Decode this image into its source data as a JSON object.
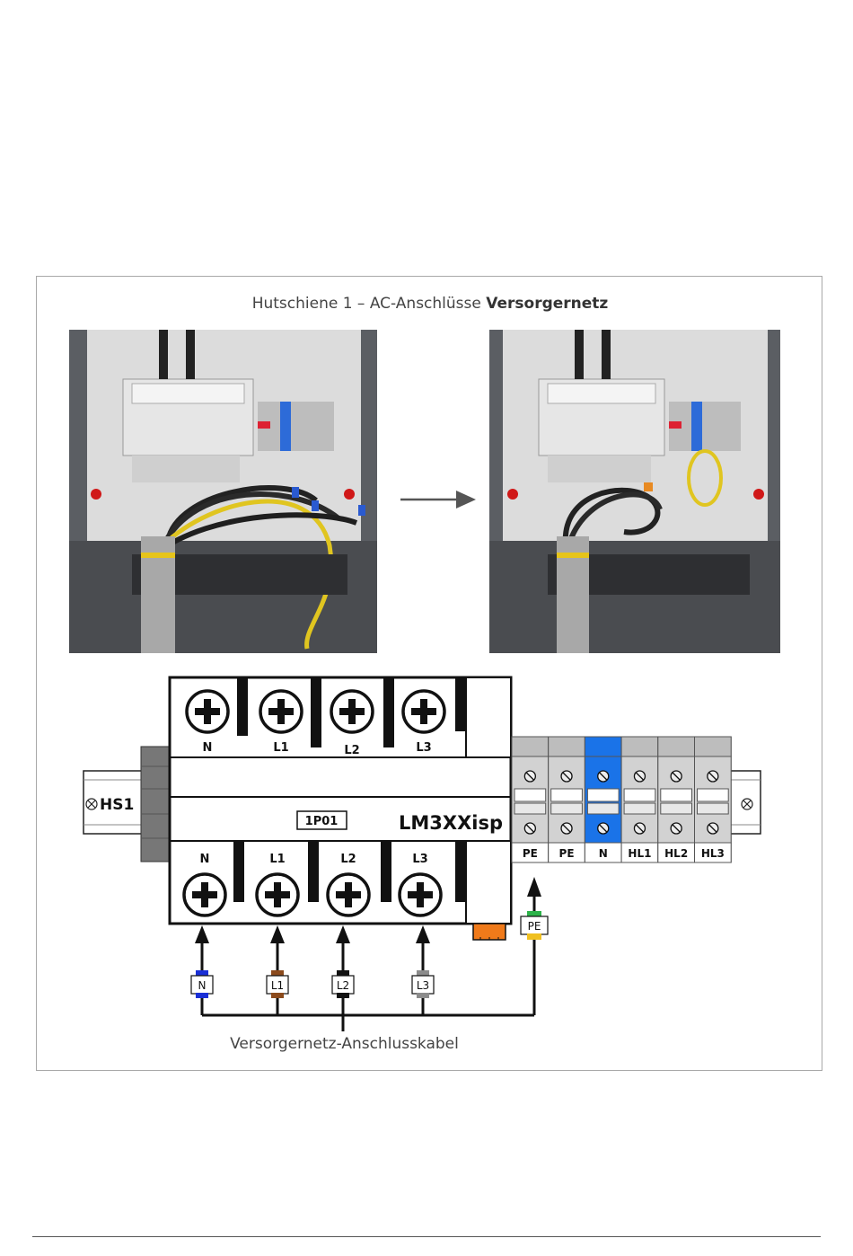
{
  "figure": {
    "title_prefix": "Hutschiene 1 – AC-Anschlüsse ",
    "title_bold": "Versorgernetz"
  },
  "photos": {
    "before_label": "photo-before",
    "after_label": "photo-after"
  },
  "device": {
    "name": "LM3XXisp",
    "code": "1P01",
    "top_terminals": [
      "N",
      "L1",
      "L2",
      "L3"
    ],
    "bottom_terminals": [
      "N",
      "L1",
      "L2",
      "L3"
    ]
  },
  "rail": {
    "label": "HS1",
    "terminal_labels": [
      "PE",
      "PE",
      "N",
      "HL1",
      "HL2",
      "HL3"
    ]
  },
  "cable": {
    "wire_labels": [
      "N",
      "L1",
      "L2",
      "L3"
    ],
    "pe_label": "PE",
    "caption": "Versorgernetz-Anschlusskabel"
  },
  "colors": {
    "N": "#1a2fd6",
    "L1": "#8b4a1c",
    "L2": "#111111",
    "L3": "#8c8c8c",
    "PE_green": "#2db34a",
    "PE_yellow": "#f0c020",
    "n_terminal": "#1a73e8",
    "orange_block": "#f07a1a"
  }
}
